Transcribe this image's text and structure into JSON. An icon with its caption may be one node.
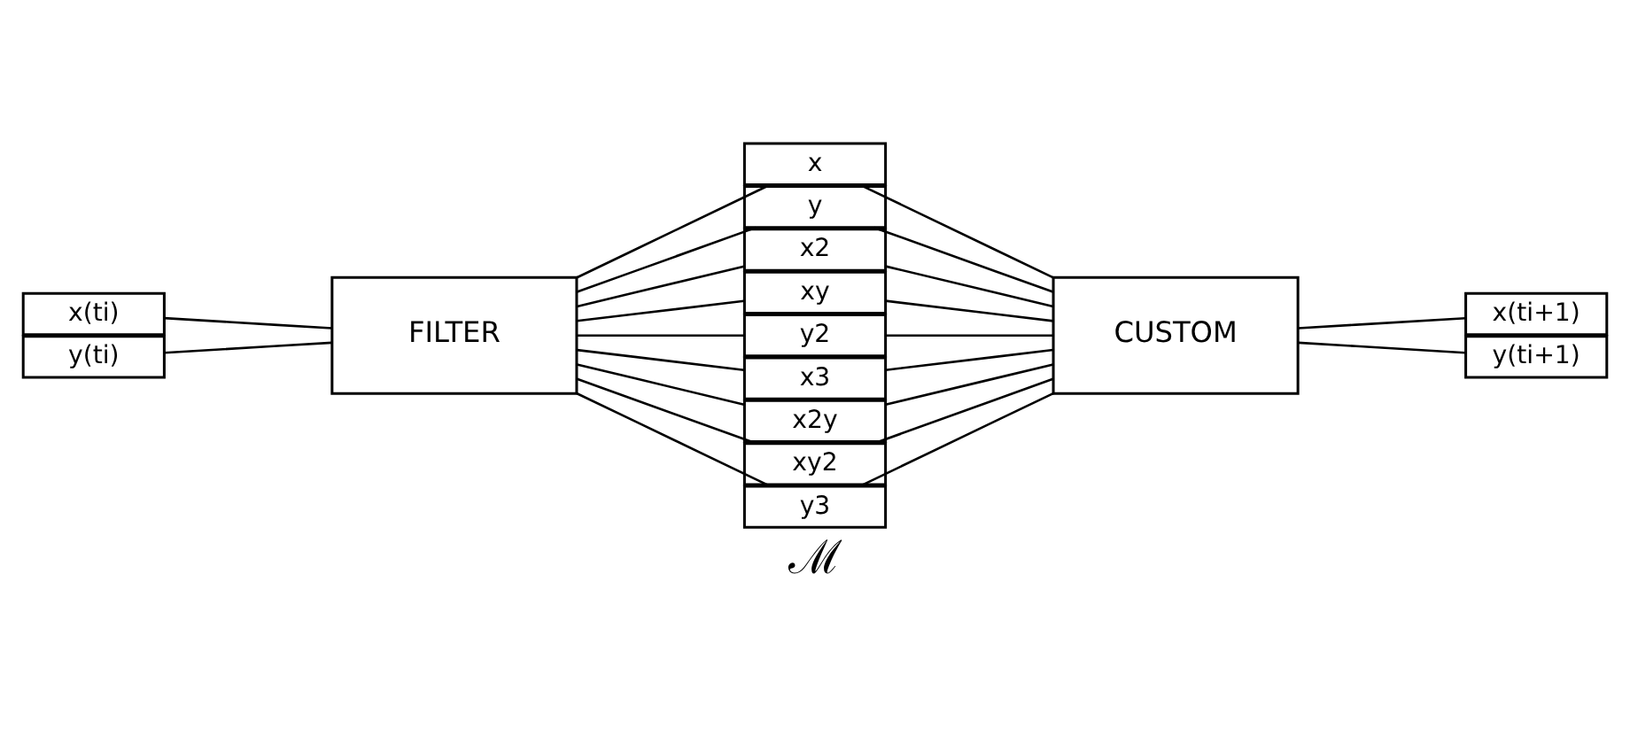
{
  "diagram": {
    "nodes": [
      {
        "text": [
          "x(ti)"
        ]
      },
      {
        "text": [
          "y(ti)"
        ]
      },
      {
        "text": [
          "FILTER"
        ]
      },
      {
        "text": [
          "x"
        ]
      },
      {
        "text": [
          "y"
        ]
      },
      {
        "text": [
          "x2"
        ]
      },
      {
        "text": [
          "xy"
        ]
      },
      {
        "text": [
          "y2"
        ]
      },
      {
        "text": [
          "x3"
        ]
      },
      {
        "text": [
          "x2y"
        ]
      },
      {
        "text": [
          "xy2"
        ]
      },
      {
        "text": [
          "y3"
        ]
      },
      {
        "text": [
          "CUSTOM"
        ]
      },
      {
        "text": [
          "x(ti+1)"
        ]
      },
      {
        "text": [
          "y(ti+1)"
        ]
      }
    ],
    "edges": [
      {
        "from": 0,
        "to": 2,
        "arrow": "none"
      },
      {
        "from": 1,
        "to": 2,
        "arrow": "none"
      },
      {
        "from": 2,
        "to": 3,
        "arrow": "none"
      },
      {
        "from": 2,
        "to": 4,
        "arrow": "none"
      },
      {
        "from": 2,
        "to": 5,
        "arrow": "none"
      },
      {
        "from": 2,
        "to": 6,
        "arrow": "none"
      },
      {
        "from": 2,
        "to": 7,
        "arrow": "none"
      },
      {
        "from": 2,
        "to": 8,
        "arrow": "none"
      },
      {
        "from": 2,
        "to": 9,
        "arrow": "none"
      },
      {
        "from": 2,
        "to": 10,
        "arrow": "none"
      },
      {
        "from": 2,
        "to": 11,
        "arrow": "none"
      },
      {
        "from": 3,
        "to": 12,
        "arrow": "none"
      },
      {
        "from": 4,
        "to": 12,
        "arrow": "none"
      },
      {
        "from": 5,
        "to": 12,
        "arrow": "none"
      },
      {
        "from": 6,
        "to": 12,
        "arrow": "none"
      },
      {
        "from": 7,
        "to": 12,
        "arrow": "none"
      },
      {
        "from": 8,
        "to": 12,
        "arrow": "none"
      },
      {
        "from": 9,
        "to": 12,
        "arrow": "none"
      },
      {
        "from": 10,
        "to": 12,
        "arrow": "none"
      },
      {
        "from": 11,
        "to": 12,
        "arrow": "none"
      },
      {
        "from": 12,
        "to": 13,
        "arrow": "none"
      },
      {
        "from": 12,
        "to": 14,
        "arrow": "none"
      }
    ],
    "labels": [
      "ℳ"
    ]
  }
}
